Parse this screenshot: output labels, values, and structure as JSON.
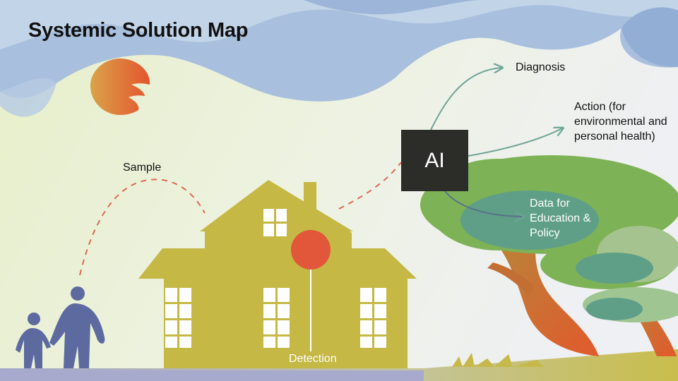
{
  "title": "Systemic Solution Map",
  "ai": {
    "label": "AI"
  },
  "labels": {
    "sample": "Sample",
    "detection": "Detection",
    "diagnosis": "Diagnosis",
    "action": "Action (for environmental and personal health)",
    "data": "Data for Education & Policy"
  },
  "colors": {
    "sky": "#a9bfdd",
    "house": "#c5b845",
    "sensor": "#e2563a",
    "people": "#5c6aa0",
    "tree_green": "#7fb158",
    "tree_teal": "#5f9f87",
    "trunk": "#d7592c",
    "dashed_line": "#dd6a55",
    "arrow": "#6fa497",
    "ai_box": "#2c2c28"
  }
}
